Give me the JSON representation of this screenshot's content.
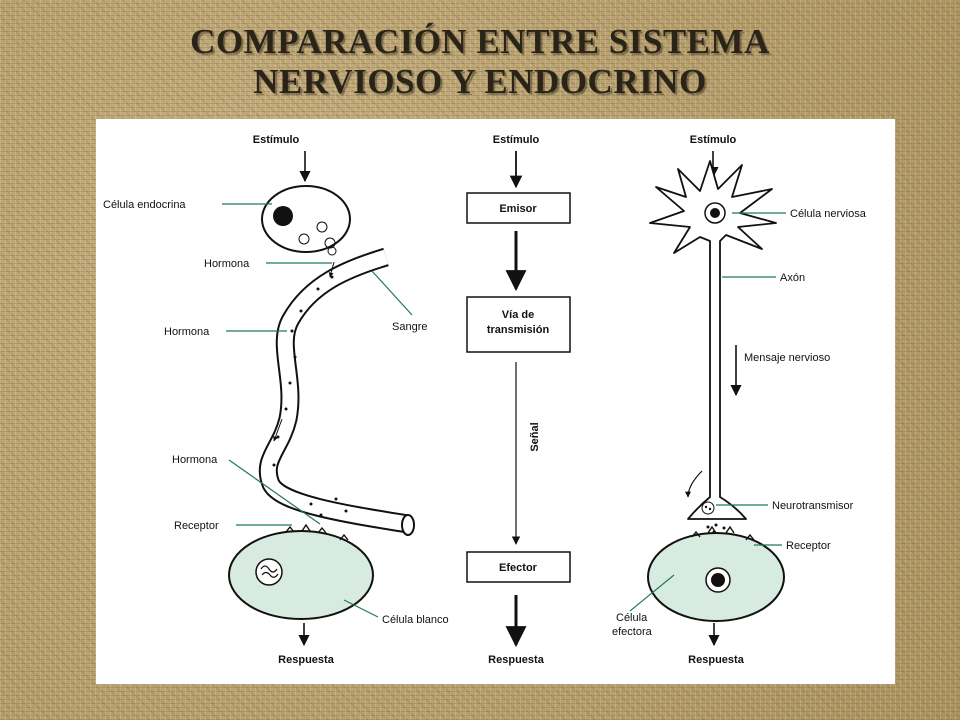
{
  "title": {
    "line1": "COMPARACIÓN ENTRE SISTEMA",
    "line2": "NERVIOSO Y ENDOCRINO"
  },
  "colors": {
    "leader_line": "#1f7a55",
    "cell_fill": "#d8ebe0",
    "stroke": "#111111",
    "panel_bg": "#ffffff"
  },
  "endocrine": {
    "stimulus": "Estímulo",
    "endocrine_cell": "Célula endocrina",
    "hormone_top": "Hormona",
    "hormone_mid": "Hormona",
    "blood": "Sangre",
    "hormone_bottom": "Hormona",
    "receptor": "Receptor",
    "target_cell": "Célula blanco",
    "response": "Respuesta"
  },
  "generic": {
    "stimulus": "Estímulo",
    "emitter": "Emisor",
    "pathway_line1": "Vía de",
    "pathway_line2": "transmisión",
    "signal": "Señal",
    "effector": "Efector",
    "response": "Respuesta"
  },
  "nervous": {
    "stimulus": "Estímulo",
    "nerve_cell": "Célula nerviosa",
    "axon": "Axón",
    "nerve_message": "Mensaje nervioso",
    "neurotransmitter": "Neurotransmisor",
    "receptor": "Receptor",
    "effector_cell_line1": "Célula",
    "effector_cell_line2": "efectora",
    "response": "Respuesta"
  }
}
